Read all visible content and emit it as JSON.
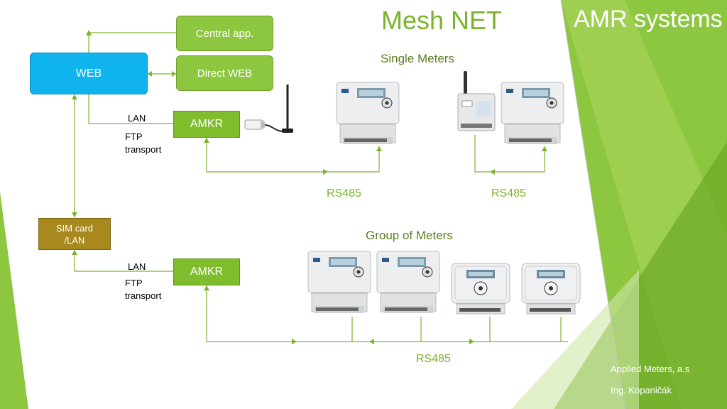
{
  "slide": {
    "title": "Mesh NET",
    "section_title": "AMR systems",
    "footer_company": "Applied Meters, a.s",
    "footer_author": "Ing. Kopaničák"
  },
  "boxes": {
    "central_app": "Central app.",
    "direct_web": "Direct WEB",
    "web": "WEB",
    "amkr_top": "AMKR",
    "amkr_bottom": "AMKR",
    "sim_card_line1": "SIM card",
    "sim_card_line2": "/LAN"
  },
  "labels": {
    "lan_top": "LAN",
    "ftp_top_line1": "FTP",
    "ftp_top_line2": "transport",
    "lan_bottom": "LAN",
    "ftp_bottom_line1": "FTP",
    "ftp_bottom_line2": "transport"
  },
  "sections": {
    "single_meters": "Single Meters",
    "group_meters": "Group of Meters"
  },
  "buses": {
    "rs485_left": "RS485",
    "rs485_right": "RS485",
    "rs485_group": "RS485"
  },
  "colors": {
    "accent_green": "#8dc63f",
    "web_blue": "#0fb4ef",
    "sim_brown": "#a7891d",
    "line_green": "#7ab32e"
  }
}
